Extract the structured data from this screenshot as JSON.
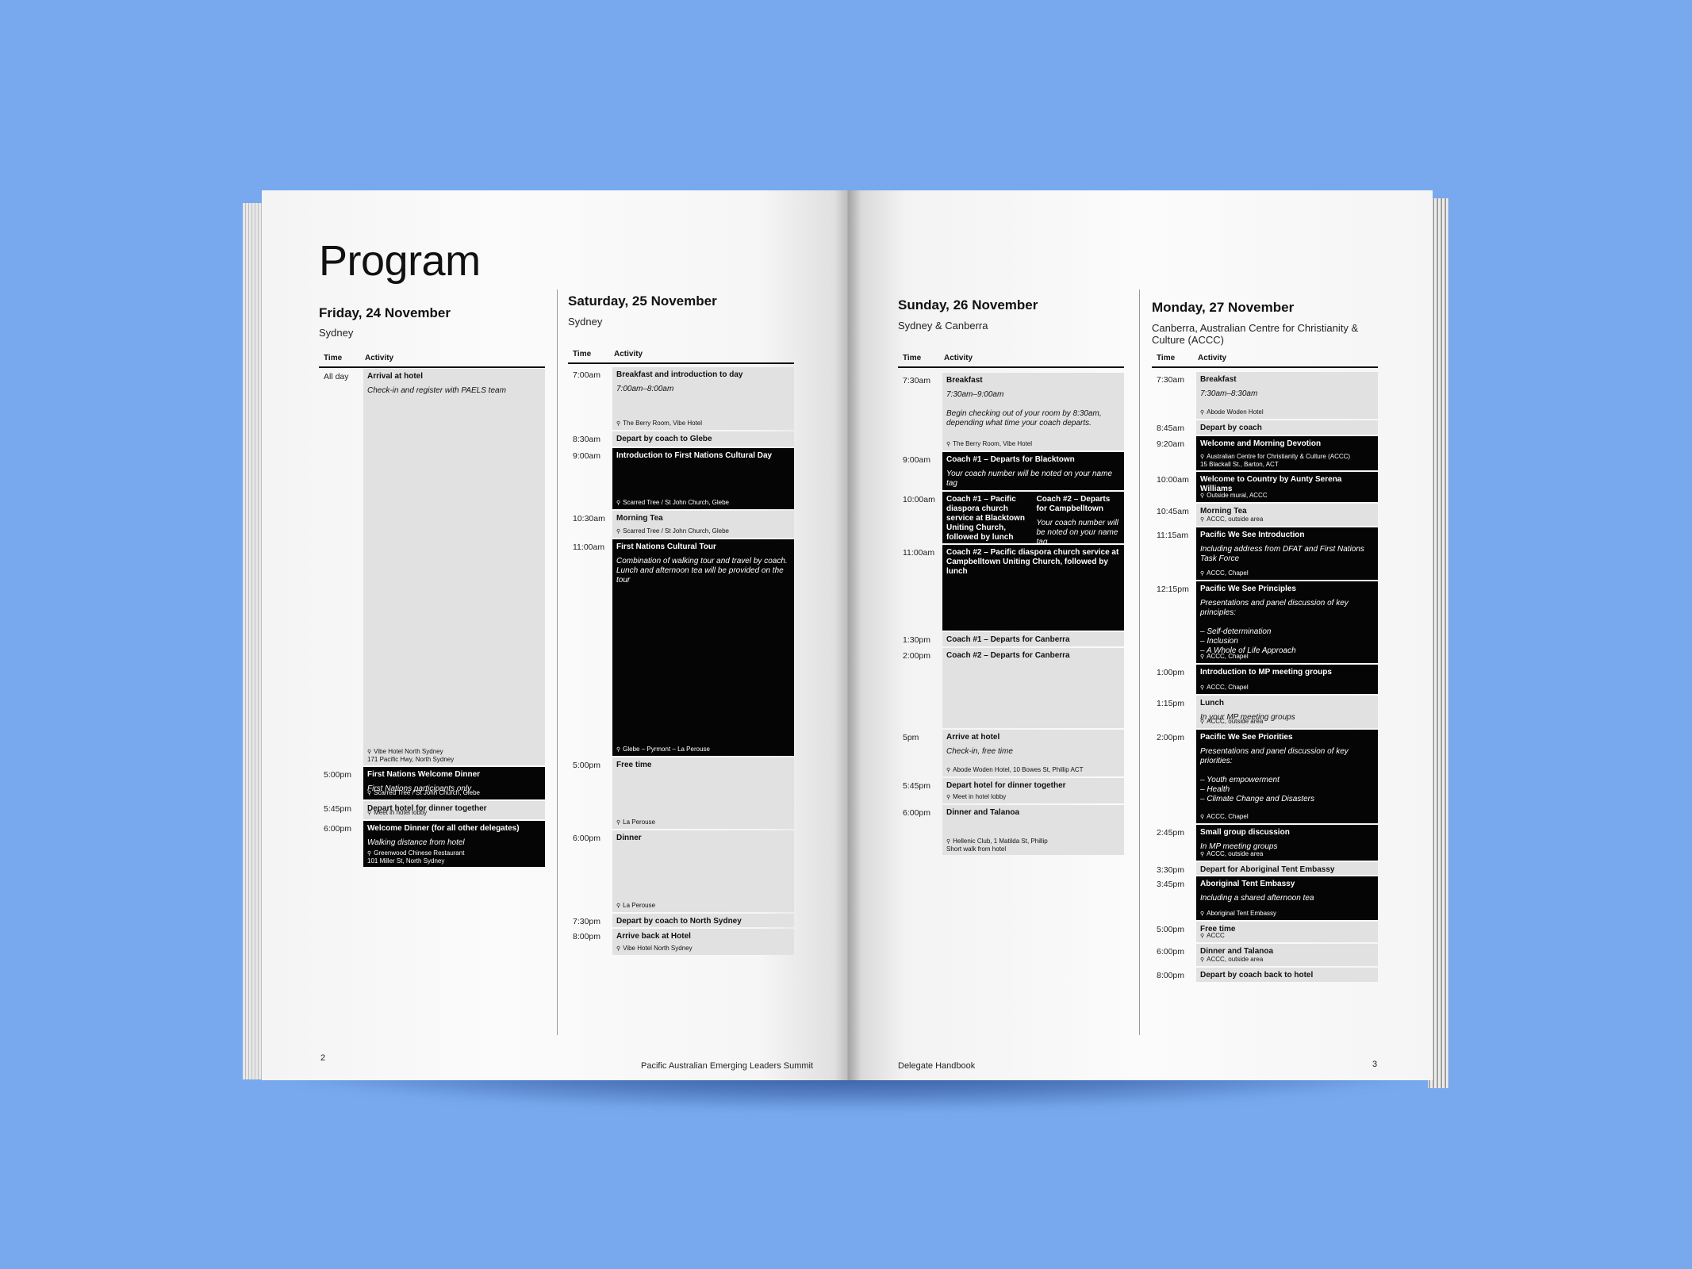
{
  "heading": "Program",
  "left_page": {
    "number": "2",
    "footer": "Pacific Australian Emerging Leaders Summit"
  },
  "right_page": {
    "number": "3",
    "footer": "Delegate Handbook"
  },
  "table_headers": {
    "time": "Time",
    "activity": "Activity"
  },
  "days": [
    {
      "title": "Friday, 24 November",
      "location": "Sydney",
      "rows": [
        {
          "time": "All day",
          "title": "Arrival at hotel",
          "note": "Check-in and register with PAELS team",
          "loc": "Vibe Hotel North Sydney\n171 Pacific Hwy, North Sydney",
          "dark": false
        },
        {
          "time": "5:00pm",
          "title": "First Nations Welcome Dinner",
          "note": "First Nations participants only",
          "loc": "Scarred Tree / St John Church, Glebe",
          "dark": true
        },
        {
          "time": "5:45pm",
          "title": "Depart hotel for dinner together",
          "note": "",
          "loc": "Meet in hotel lobby",
          "dark": false
        },
        {
          "time": "6:00pm",
          "title": "Welcome Dinner (for all other delegates)",
          "note": "Walking distance from hotel",
          "loc": "Greenwood Chinese Restaurant\n101 Miller St, North Sydney",
          "dark": true
        }
      ]
    },
    {
      "title": "Saturday, 25 November",
      "location": "Sydney",
      "rows": [
        {
          "time": "7:00am",
          "title": "Breakfast and introduction to day",
          "note": "7:00am–8:00am",
          "loc": "The Berry Room, Vibe Hotel",
          "dark": false
        },
        {
          "time": "8:30am",
          "title": "Depart by coach to Glebe",
          "note": "",
          "loc": "",
          "dark": false
        },
        {
          "time": "9:00am",
          "title": "Introduction to First Nations Cultural Day",
          "note": "",
          "loc": "Scarred Tree / St John Church, Glebe",
          "dark": true
        },
        {
          "time": "10:30am",
          "title": "Morning Tea",
          "note": "",
          "loc": "Scarred Tree / St John Church, Glebe",
          "dark": false
        },
        {
          "time": "11:00am",
          "title": "First Nations Cultural Tour",
          "note": "Combination of walking tour and travel by coach. Lunch and afternoon tea will be provided on the tour",
          "loc": "Glebe – Pyrmont – La Perouse",
          "dark": true
        },
        {
          "time": "5:00pm",
          "title": "Free time",
          "note": "",
          "loc": "La Perouse",
          "dark": false
        },
        {
          "time": "6:00pm",
          "title": "Dinner",
          "note": "",
          "loc": "La Perouse",
          "dark": false
        },
        {
          "time": "7:30pm",
          "title": "Depart by coach to North Sydney",
          "note": "",
          "loc": "",
          "dark": false
        },
        {
          "time": "8:00pm",
          "title": "Arrive back at Hotel",
          "note": "",
          "loc": "Vibe Hotel North Sydney",
          "dark": false
        }
      ]
    },
    {
      "title": "Sunday, 26 November",
      "location": "Sydney & Canberra",
      "rows": [
        {
          "time": "7:30am",
          "title": "Breakfast",
          "note": "7:30am–9:00am\n\nBegin checking out of your room by 8:30am, depending what time your coach departs.",
          "loc": "The Berry Room, Vibe Hotel",
          "dark": false
        },
        {
          "time": "9:00am",
          "title": "Coach #1 – Departs for Blacktown",
          "note": "Your coach number will be noted on your name tag",
          "loc": "",
          "dark": true
        },
        {
          "time": "10:00am",
          "title": "Coach #1 – Pacific diaspora church service at Blacktown Uniting Church, followed by lunch",
          "note": "",
          "loc": "",
          "dark": true,
          "title2": "Coach #2 – Departs for Campbelltown",
          "note2": "Your coach number will be noted on your name tag"
        },
        {
          "time": "11:00am",
          "title": "Coach #2 – Pacific diaspora church service at Campbelltown Uniting Church, followed by lunch",
          "note": "",
          "loc": "",
          "dark": true
        },
        {
          "time": "1:30pm",
          "title": "Coach #1 – Departs for Canberra",
          "note": "",
          "loc": "",
          "dark": false
        },
        {
          "time": "2:00pm",
          "title": "Coach #2 – Departs for Canberra",
          "note": "",
          "loc": "",
          "dark": false
        },
        {
          "time": "5pm",
          "title": "Arrive at hotel",
          "note": "Check-in, free time",
          "loc": "Abode Woden Hotel, 10 Bowes St, Phillip ACT",
          "dark": false
        },
        {
          "time": "5:45pm",
          "title": "Depart hotel for dinner together",
          "note": "",
          "loc": "Meet in hotel lobby",
          "dark": false
        },
        {
          "time": "6:00pm",
          "title": "Dinner and Talanoa",
          "note": "",
          "loc": "Hellenic Club, 1 Matilda St, Phillip\nShort walk from hotel",
          "dark": false
        }
      ]
    },
    {
      "title": "Monday, 27 November",
      "location": "Canberra, Australian Centre for Christianity & Culture (ACCC)",
      "rows": [
        {
          "time": "7:30am",
          "title": "Breakfast",
          "note": "7:30am–8:30am",
          "loc": "Abode Woden Hotel",
          "dark": false
        },
        {
          "time": "8:45am",
          "title": "Depart by coach",
          "note": "",
          "loc": "",
          "dark": false
        },
        {
          "time": "9:20am",
          "title": "Welcome and Morning Devotion",
          "note": "",
          "loc": "Australian Centre for Christianity & Culture (ACCC)\n15 Blackall St., Barton, ACT",
          "dark": true
        },
        {
          "time": "10:00am",
          "title": "Welcome to Country by Aunty Serena Williams",
          "note": "",
          "loc": "Outside mural, ACCC",
          "dark": true
        },
        {
          "time": "10:45am",
          "title": "Morning Tea",
          "note": "",
          "loc": "ACCC, outside area",
          "dark": false
        },
        {
          "time": "11:15am",
          "title": "Pacific We See Introduction",
          "note": "Including address from DFAT and First Nations Task Force",
          "loc": "ACCC, Chapel",
          "dark": true
        },
        {
          "time": "12:15pm",
          "title": "Pacific We See Principles",
          "note": "Presentations and panel discussion of key principles:\n\n– Self-determination\n– Inclusion\n– A Whole of Life Approach",
          "loc": "ACCC, Chapel",
          "dark": true
        },
        {
          "time": "1:00pm",
          "title": "Introduction to MP meeting groups",
          "note": "",
          "loc": "ACCC, Chapel",
          "dark": true
        },
        {
          "time": "1:15pm",
          "title": "Lunch",
          "note": "In your MP meeting groups",
          "loc": "ACCC, outside area",
          "dark": false
        },
        {
          "time": "2:00pm",
          "title": "Pacific We See Priorities",
          "note": "Presentations and panel discussion of key priorities:\n\n– Youth empowerment\n– Health\n– Climate Change and Disasters",
          "loc": "ACCC, Chapel",
          "dark": true
        },
        {
          "time": "2:45pm",
          "title": "Small group discussion",
          "note": "In MP meeting groups",
          "loc": "ACCC, outside area",
          "dark": true
        },
        {
          "time": "3:30pm",
          "title": "Depart for Aboriginal Tent Embassy",
          "note": "",
          "loc": "",
          "dark": false
        },
        {
          "time": "3:45pm",
          "title": "Aboriginal Tent Embassy",
          "note": "Including a shared afternoon tea",
          "loc": "Aboriginal Tent Embassy",
          "dark": true
        },
        {
          "time": "5:00pm",
          "title": "Free time",
          "note": "",
          "loc": "ACCC",
          "dark": false
        },
        {
          "time": "6:00pm",
          "title": "Dinner and Talanoa",
          "note": "",
          "loc": "ACCC, outside area",
          "dark": false
        },
        {
          "time": "8:00pm",
          "title": "Depart by coach back to hotel",
          "note": "",
          "loc": "",
          "dark": false
        }
      ]
    }
  ]
}
